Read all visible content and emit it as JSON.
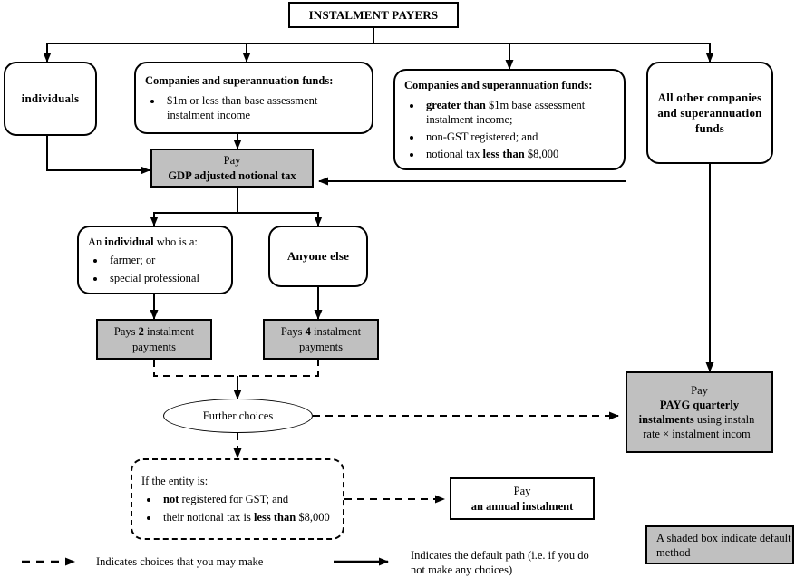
{
  "diagram": {
    "title_box": {
      "label": "INSTALMENT PAYERS"
    },
    "tier1": {
      "individuals": {
        "label": "individuals"
      },
      "companies_small": {
        "heading": "Companies and superannuation funds:",
        "bullets": [
          "$1m or less than base assessment instalment income"
        ]
      },
      "companies_large": {
        "heading": "Companies and superannuation funds:",
        "bullets": [
          "greater than $1m base assessment instalment income;",
          "non-GST registered; and",
          "notional tax less than $8,000"
        ],
        "bullet_bold": [
          "greater than",
          "",
          "less than"
        ]
      },
      "all_other": {
        "label": "All other companies and superannuation funds"
      }
    },
    "gdp_box": {
      "line1": "Pay",
      "line2": "GDP adjusted notional tax"
    },
    "tier2": {
      "individual_types": {
        "lead_prefix": "An ",
        "lead_bold": "individual",
        "lead_suffix": " who is a:",
        "bullets": [
          "farmer; or",
          "special professional"
        ]
      },
      "anyone_else": {
        "label": "Anyone else"
      }
    },
    "tier3": {
      "pays_two": {
        "prefix": "Pays ",
        "number": "2",
        "suffix": " instalment payments"
      },
      "pays_four": {
        "prefix": "Pays ",
        "number": "4",
        "suffix": " instalment payments"
      }
    },
    "further_choices": {
      "label": "Further choices"
    },
    "entity_test": {
      "lead": "If the entity is:",
      "bullets": [
        "not registered for GST; and",
        "their notional tax is less than $8,000"
      ],
      "bullet_bold": [
        "not",
        "less than"
      ]
    },
    "annual_box": {
      "line1": "Pay",
      "line2": "an annual instalment"
    },
    "payg_box": {
      "line1": "Pay",
      "line2": "PAYG quarterly",
      "line3_bold": "instalments",
      "line3_rest": " using instaln",
      "line4": "rate × instalment incom"
    },
    "legend": {
      "dashed_text": "Indicates choices that you may make",
      "solid_text": "Indicates the default path (i.e. if you do not make any choices)",
      "shaded_note": "A shaded box indicate default method"
    },
    "colors": {
      "shade": "#c0c0c0",
      "line": "#000000",
      "background": "#ffffff"
    }
  }
}
